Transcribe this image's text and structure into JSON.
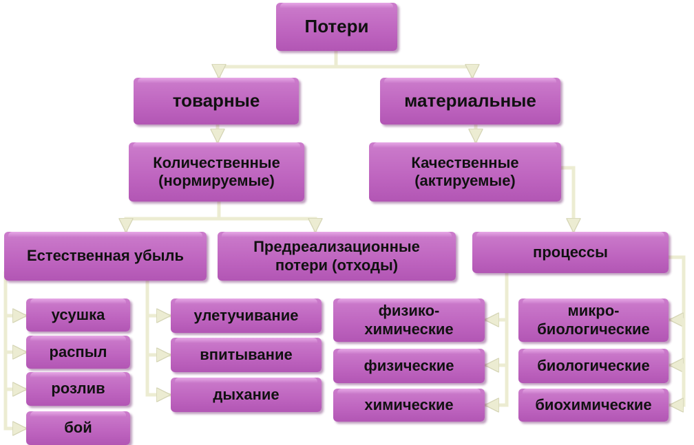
{
  "nodes": {
    "root": "Потери",
    "commodity": "товарные",
    "material": "материальные",
    "quantitative": "Количественные\n(нормируемые)",
    "qualitative": "Качественные\n(актируемые)",
    "natural_loss": "Естественная убыль",
    "pre_sale": "Предреализационные\nпотери (отходы)",
    "processes": "процессы",
    "shrinkage": "усушка",
    "spraying": "распыл",
    "spillage": "розлив",
    "breakage": "бой",
    "evaporation": "улетучивание",
    "absorption": "впитывание",
    "respiration": "дыхание",
    "physicochemical": "физико-\nхимические",
    "physical": "физические",
    "chemical": "химические",
    "microbiological": "микро-\nбиологические",
    "biological": "биологические",
    "biochemical": "биохимические"
  },
  "colors": {
    "node_fill": "#be64bf",
    "node_text": "#111111",
    "connector": "#ececd2"
  }
}
